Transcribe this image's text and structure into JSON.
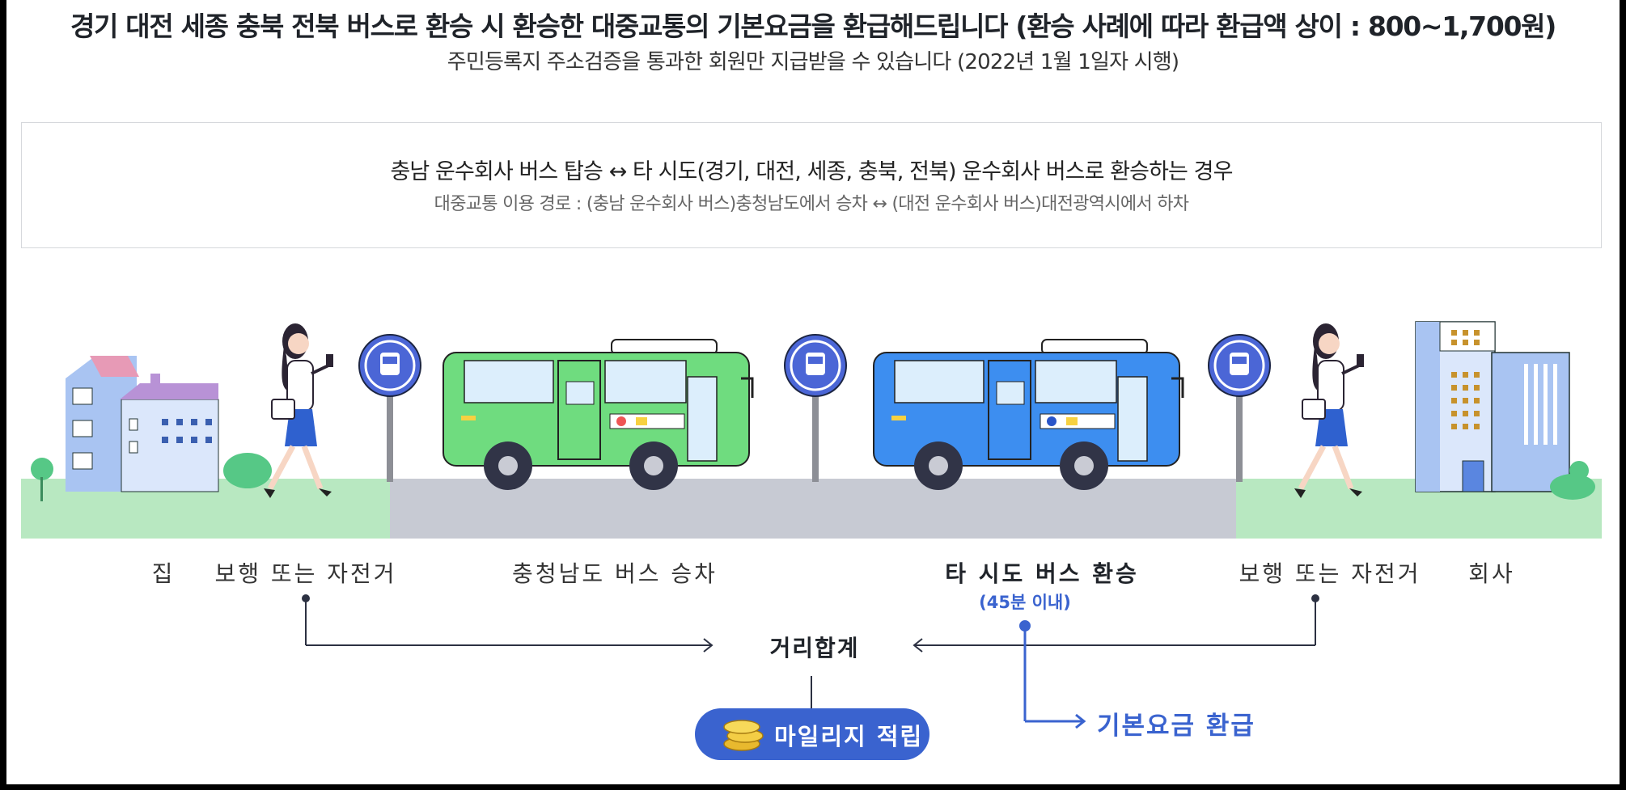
{
  "header": {
    "title": "경기 대전 세종 충북 전북 버스로 환승 시 환승한 대중교통의 기본요금을 환급해드립니다 (환승 사례에 따라 환급액 상이 : 800~1,700원)",
    "subtitle": "주민등록지 주소검증을 통과한 회원만 지급받을 수 있습니다 (2022년 1월 1일자 시행)"
  },
  "info_box": {
    "case_title": "충남 운수회사 버스 탑승 ↔ 타 시도(경기, 대전, 세종, 충북, 전북) 운수회사 버스로 환승하는 경우",
    "route": "대중교통 이용 경로 : (충남 운수회사 버스)충청남도에서 승차 ↔ (대전 운수회사 버스)대전광역시에서 하차"
  },
  "steps": {
    "home": "집",
    "walk_1": "보행 또는 자전거",
    "board": "충청남도 버스 승차",
    "transfer": "타 시도 버스 환승",
    "transfer_note": "(45분 이내)",
    "walk_2": "보행 또는 자전거",
    "office": "회사"
  },
  "flow": {
    "distance_total": "거리합계",
    "mileage": "마일리지 적립",
    "base_fare_refund": "기본요금 환급"
  },
  "colors": {
    "accent_blue": "#3a63cf",
    "green_bus": "#6fdc7f",
    "blue_bus": "#3d8ef0",
    "road": "#c7cad3",
    "grass": "#b8e8c1"
  }
}
